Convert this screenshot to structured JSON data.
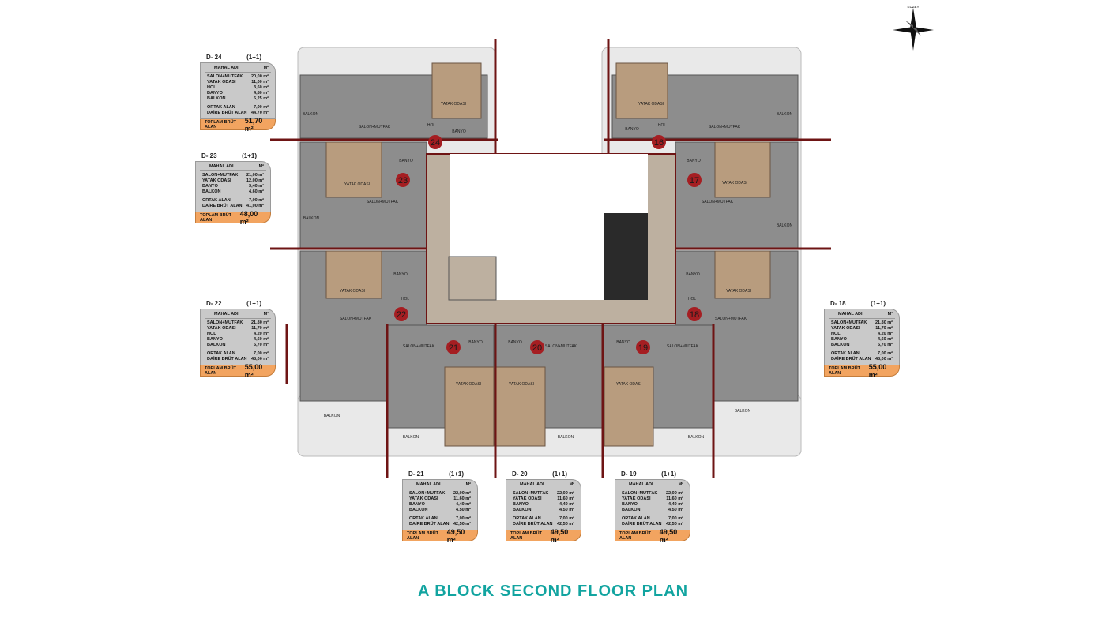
{
  "title": "A BLOCK SECOND FLOOR PLAN",
  "compass_label": "KUZEY",
  "colors": {
    "wall": "#6e1414",
    "floor": "#8f8f8f",
    "terrace": "#e8e8e8",
    "marble": "#bdb0a0",
    "bedroom_floor": "#b89c7e",
    "title": "#12a4a0",
    "total_bg": "#f2a460"
  },
  "unit_numbers": [
    "24",
    "23",
    "22",
    "21",
    "20",
    "19",
    "18",
    "17",
    "16"
  ],
  "room_labels": {
    "salon": "SALON+MUTFAK",
    "yatak": "YATAK ODASI",
    "banyo": "BANYO",
    "balkon": "BALKON",
    "hol": "HOL"
  },
  "cards": [
    {
      "id": "D- 24",
      "type": "(1+1)",
      "header": "MAHAL ADI",
      "unit": "M²",
      "rows": [
        [
          "SALON+MUTFAK",
          "20,00 m²"
        ],
        [
          "YATAK ODASI",
          "11,00 m²"
        ],
        [
          "HOL",
          "3,60 m²"
        ],
        [
          "BANYO",
          "4,80 m²"
        ],
        [
          "BALKON",
          "5,25 m²"
        ]
      ],
      "common": [
        [
          "ORTAK ALAN",
          "7,00 m²"
        ],
        [
          "DAİRE BRÜT ALAN",
          "44,70 m²"
        ]
      ],
      "total_label": "TOPLAM BRÜT ALAN",
      "total": "51,70 m²"
    },
    {
      "id": "D- 23",
      "type": "(1+1)",
      "header": "MAHAL ADI",
      "unit": "M²",
      "rows": [
        [
          "SALON+MUTFAK",
          "21,00 m²"
        ],
        [
          "YATAK ODASI",
          "12,00 m²"
        ],
        [
          "BANYO",
          "3,40 m²"
        ],
        [
          "BALKON",
          "4,60 m²"
        ]
      ],
      "common": [
        [
          "ORTAK ALAN",
          "7,00 m²"
        ],
        [
          "DAİRE BRÜT ALAN",
          "41,00 m²"
        ]
      ],
      "total_label": "TOPLAM BRÜT ALAN",
      "total": "48,00 m²"
    },
    {
      "id": "D- 22",
      "type": "(1+1)",
      "header": "MAHAL ADI",
      "unit": "M²",
      "rows": [
        [
          "SALON+MUTFAK",
          "21,80 m²"
        ],
        [
          "YATAK ODASI",
          "11,70 m²"
        ],
        [
          "HOL",
          "4,20 m²"
        ],
        [
          "BANYO",
          "4,60 m²"
        ],
        [
          "BALKON",
          "5,70 m²"
        ]
      ],
      "common": [
        [
          "ORTAK ALAN",
          "7,00 m²"
        ],
        [
          "DAİRE BRÜT ALAN",
          "48,00 m²"
        ]
      ],
      "total_label": "TOPLAM BRÜT ALAN",
      "total": "55,00 m²"
    },
    {
      "id": "D- 18",
      "type": "(1+1)",
      "header": "MAHAL ADI",
      "unit": "M²",
      "rows": [
        [
          "SALON+MUTFAK",
          "21,80 m²"
        ],
        [
          "YATAK ODASI",
          "11,70 m²"
        ],
        [
          "HOL",
          "4,20 m²"
        ],
        [
          "BANYO",
          "4,60 m²"
        ],
        [
          "BALKON",
          "5,70 m²"
        ]
      ],
      "common": [
        [
          "ORTAK ALAN",
          "7,00 m²"
        ],
        [
          "DAİRE BRÜT ALAN",
          "48,00 m²"
        ]
      ],
      "total_label": "TOPLAM BRÜT ALAN",
      "total": "55,00 m²"
    },
    {
      "id": "D- 21",
      "type": "(1+1)",
      "header": "MAHAL ADI",
      "unit": "M²",
      "rows": [
        [
          "SALON+MUTFAK",
          "22,00 m²"
        ],
        [
          "YATAK ODASI",
          "11,60 m²"
        ],
        [
          "BANYO",
          "4,40 m²"
        ],
        [
          "BALKON",
          "4,50 m²"
        ]
      ],
      "common": [
        [
          "ORTAK ALAN",
          "7,00 m²"
        ],
        [
          "DAİRE BRÜT ALAN",
          "42,50 m²"
        ]
      ],
      "total_label": "TOPLAM BRÜT ALAN",
      "total": "49,50 m²"
    },
    {
      "id": "D- 20",
      "type": "(1+1)",
      "header": "MAHAL ADI",
      "unit": "M²",
      "rows": [
        [
          "SALON+MUTFAK",
          "22,00 m²"
        ],
        [
          "YATAK ODASI",
          "11,60 m²"
        ],
        [
          "BANYO",
          "4,40 m²"
        ],
        [
          "BALKON",
          "4,50 m²"
        ]
      ],
      "common": [
        [
          "ORTAK ALAN",
          "7,00 m²"
        ],
        [
          "DAİRE BRÜT ALAN",
          "42,50 m²"
        ]
      ],
      "total_label": "TOPLAM BRÜT ALAN",
      "total": "49,50 m²"
    },
    {
      "id": "D- 19",
      "type": "(1+1)",
      "header": "MAHAL ADI",
      "unit": "M²",
      "rows": [
        [
          "SALON+MUTFAK",
          "22,00 m²"
        ],
        [
          "YATAK ODASI",
          "11,60 m²"
        ],
        [
          "BANYO",
          "4,40 m²"
        ],
        [
          "BALKON",
          "4,50 m²"
        ]
      ],
      "common": [
        [
          "ORTAK ALAN",
          "7,00 m²"
        ],
        [
          "DAİRE BRÜT ALAN",
          "42,50 m²"
        ]
      ],
      "total_label": "TOPLAM BRÜT ALAN",
      "total": "49,50 m²"
    }
  ]
}
